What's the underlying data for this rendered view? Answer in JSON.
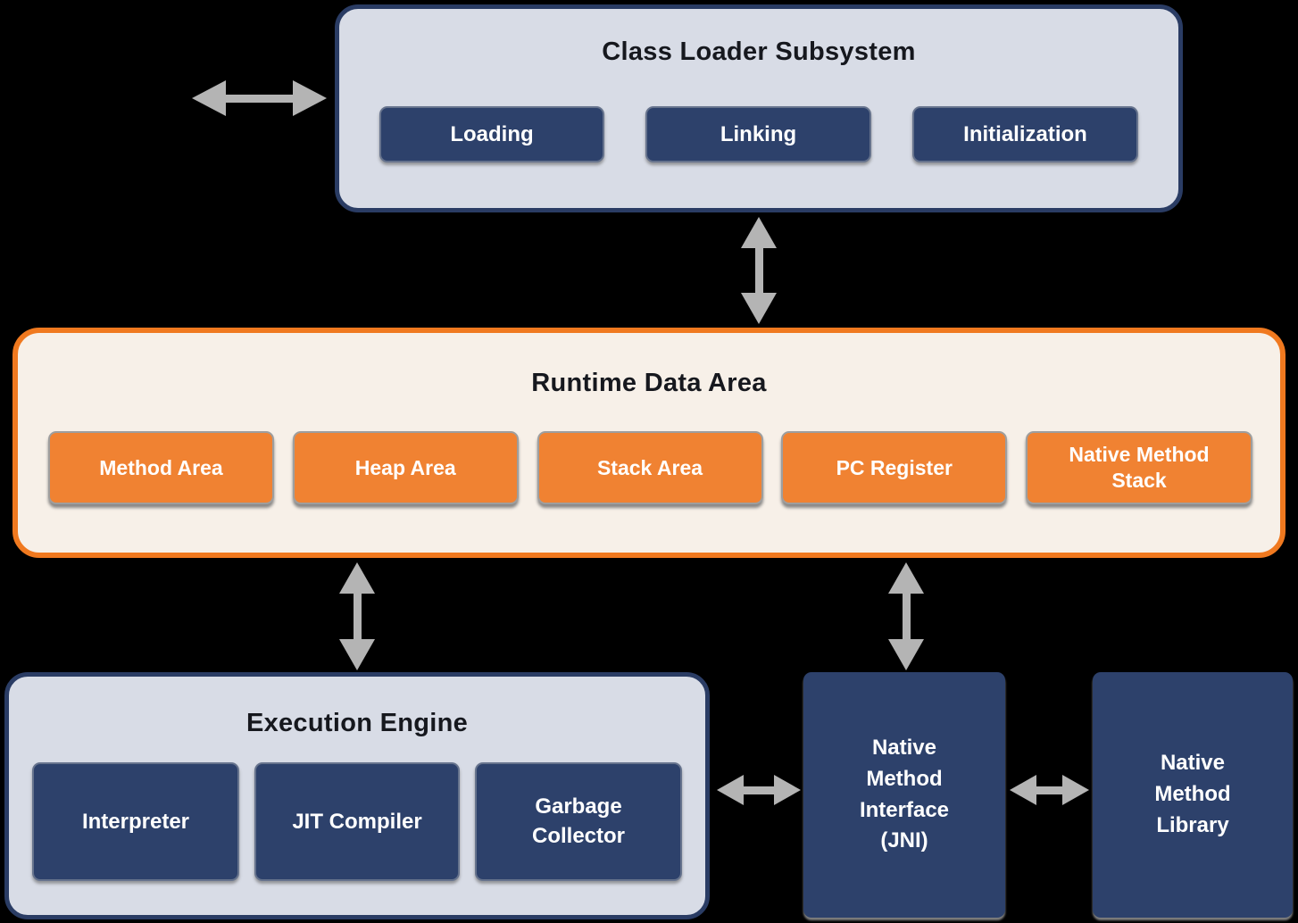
{
  "colors": {
    "background": "#000000",
    "panel_light": "#d8dce6",
    "panel_border_navy": "#2a3c64",
    "navy_box": "#2d416b",
    "orange_box": "#f08232",
    "orange_border": "#f0791f",
    "cream_panel": "#f7f0e8",
    "arrow_gray": "#b4b4b4",
    "title_text": "#16181e",
    "chip_text": "#ffffff"
  },
  "class_loader": {
    "title": "Class Loader Subsystem",
    "items": [
      "Loading",
      "Linking",
      "Initialization"
    ]
  },
  "runtime": {
    "title": "Runtime Data Area",
    "items": [
      "Method Area",
      "Heap Area",
      "Stack Area",
      "PC Register",
      "Native Method Stack"
    ]
  },
  "execution": {
    "title": "Execution Engine",
    "items": [
      "Interpreter",
      "JIT Compiler",
      "Garbage Collector"
    ]
  },
  "jni": {
    "label": "Native Method Interface (JNI)"
  },
  "native_library": {
    "label": "Native Method Library"
  }
}
